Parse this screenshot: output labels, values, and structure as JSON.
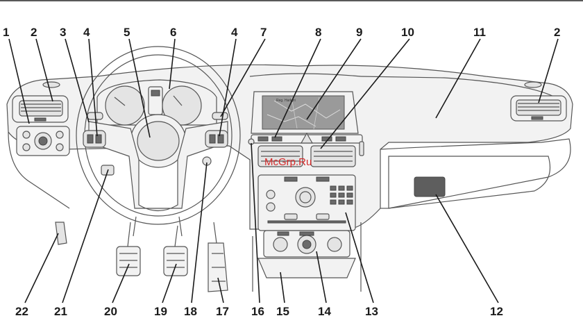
{
  "watermark": "McGrp.Ru",
  "screen_text": "Reg. Harkyri",
  "callouts_top": [
    "1",
    "2",
    "3",
    "4",
    "5",
    "6",
    "4",
    "7",
    "8",
    "9",
    "10",
    "11",
    "2"
  ],
  "callouts_bottom": [
    "22",
    "21",
    "20",
    "19",
    "18",
    "17",
    "16",
    "15",
    "14",
    "13",
    "12"
  ]
}
